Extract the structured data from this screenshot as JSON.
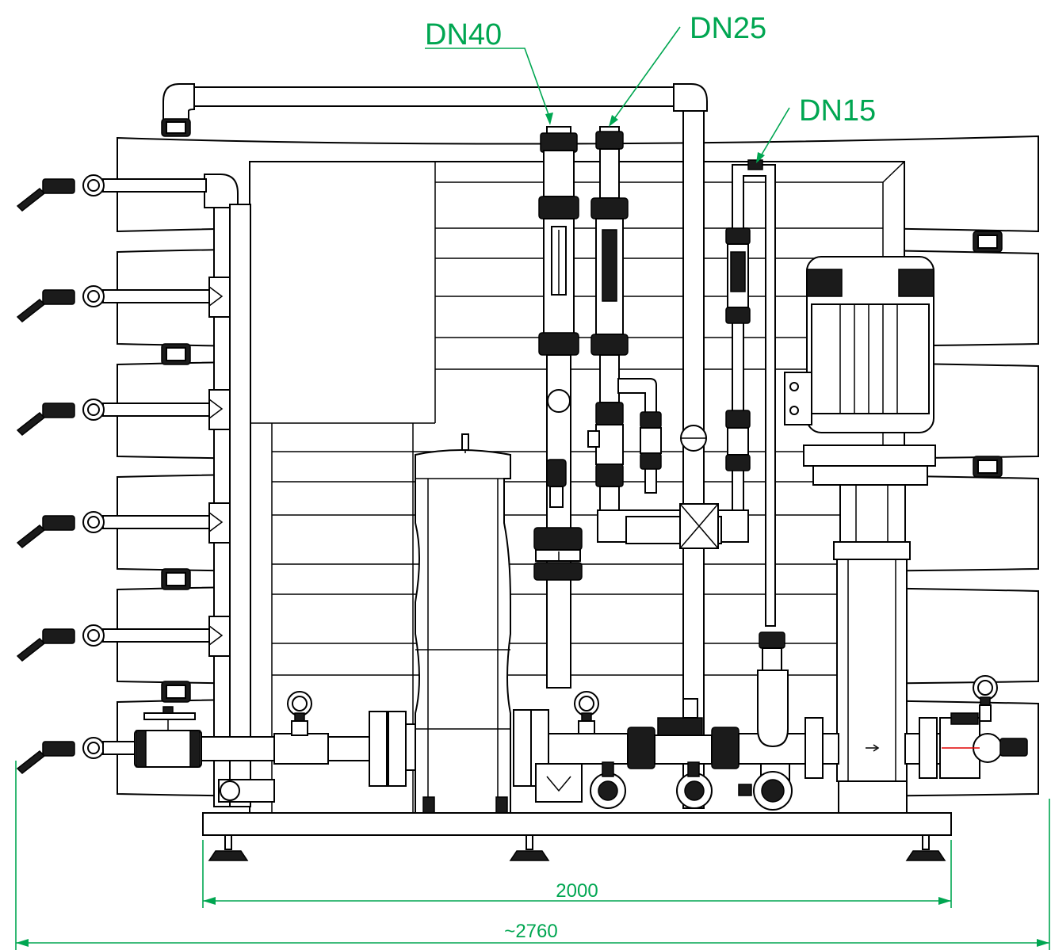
{
  "labels": {
    "dn40": "DN40",
    "dn25": "DN25",
    "dn15": "DN15"
  },
  "dimensions": {
    "frame_width": "2000",
    "overall_width": "~2760"
  },
  "colors": {
    "annotation": "#00a651",
    "linework": "#000000",
    "background": "#ffffff"
  },
  "icons": [
    "ball-valve-icon",
    "pressure-gauge-icon",
    "flowmeter-icon",
    "pump-motor-icon",
    "sample-tap-icon",
    "flow-arrow-icon"
  ]
}
